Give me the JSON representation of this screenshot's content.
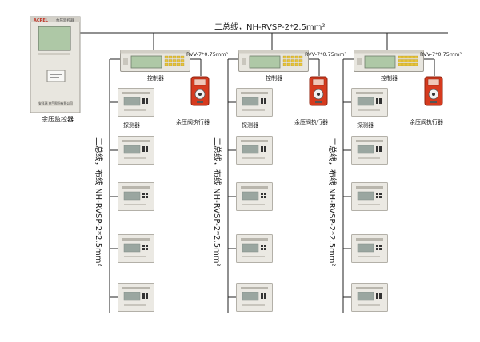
{
  "bus": {
    "main_label": "二总线，NH-RVSP-2*2.5mm²",
    "vertical_label": "二总线，布线 NH-RVSP-2*2.5mm²",
    "branch_label": "RVV-7*0.75mm²"
  },
  "monitor": {
    "label": "余压监控器",
    "brand": "ACREL",
    "header_text": "余压监控器",
    "plate_text": "安科瑞 电气股份有限公司"
  },
  "columns": [
    {
      "controller_label": "控制器",
      "actuator_label": "余压阀执行器",
      "detector_label": "探测器"
    },
    {
      "controller_label": "控制器",
      "actuator_label": "余压阀执行器",
      "detector_label": "探测器"
    },
    {
      "controller_label": "控制器",
      "actuator_label": "余压阀执行器",
      "detector_label": "探测器"
    }
  ],
  "colors": {
    "line": "#222222",
    "panel": "#e8e6df",
    "screen": "#aec8a6",
    "actuator": "#d63a1e",
    "keys": "#e7c43c"
  }
}
